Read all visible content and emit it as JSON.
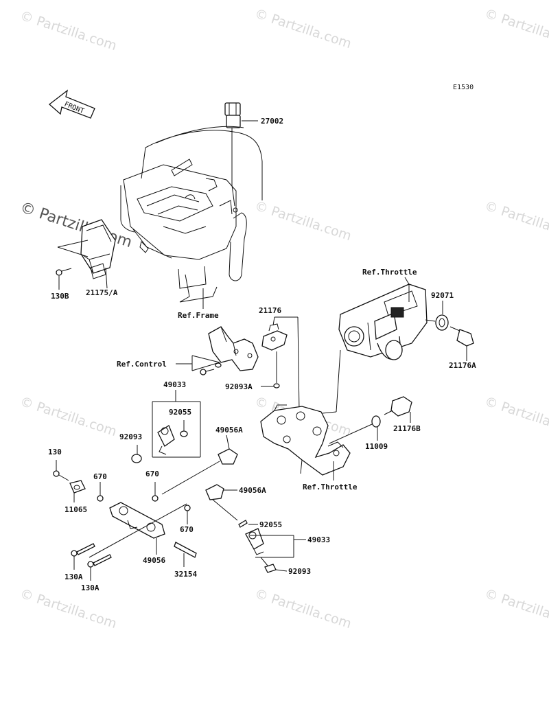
{
  "diagram_code": "E1530",
  "front_label": "FRONT",
  "watermarks": [
    "© Partzilla.com"
  ],
  "labels": {
    "p27002": "27002",
    "p21175a": "21175/A",
    "p130b": "130B",
    "ref_frame": "Ref.Frame",
    "ref_throttle_top": "Ref.Throttle",
    "p92071": "92071",
    "p21176a": "21176A",
    "p21176": "21176",
    "ref_control": "Ref.Control",
    "p92093a": "92093A",
    "p49033_top": "49033",
    "p92055_top": "92055",
    "p92093_top": "92093",
    "p49056a_top": "49056A",
    "p21176b": "21176B",
    "p11009": "11009",
    "p130": "130",
    "p670_a": "670",
    "p670_b": "670",
    "p11065": "11065",
    "p49056a_bottom": "49056A",
    "ref_throttle_bottom": "Ref.Throttle",
    "p670_c": "670",
    "p92055_bottom": "92055",
    "p49033_bottom": "49033",
    "p130a_a": "130A",
    "p49056": "49056",
    "p32154": "32154",
    "p130a_b": "130A",
    "p92093_bottom": "92093"
  }
}
